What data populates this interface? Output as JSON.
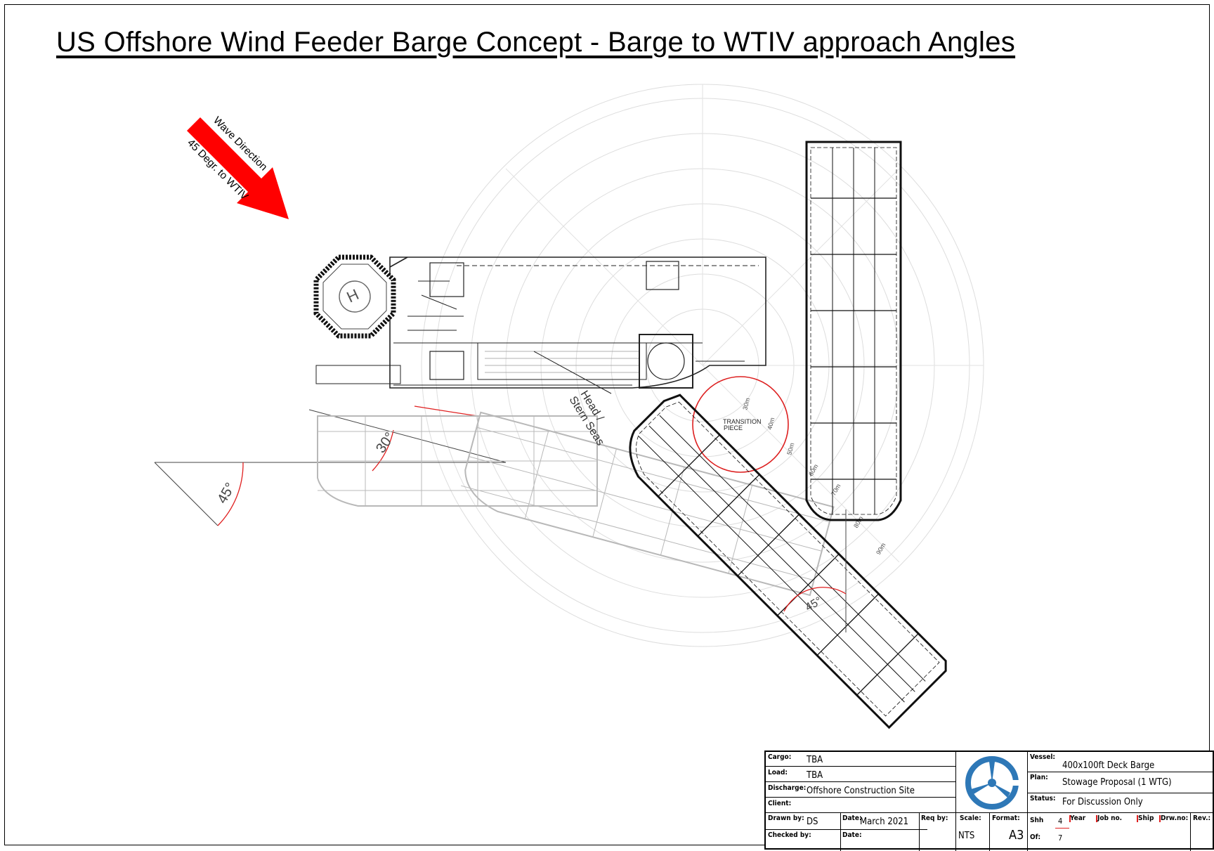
{
  "title": "US Offshore Wind Feeder Barge Concept - Barge to WTIV approach Angles",
  "annotations": {
    "wave_line1": "Wave Direction",
    "wave_line2": "45 Degr. to WTIV",
    "head_line1": "Head /",
    "head_line2": "Stern Seas",
    "angle_45_left": "45°",
    "angle_30": "30°",
    "angle_45_bottom": "45°",
    "tp_line1": "TRANSITION",
    "tp_line2": "PIECE",
    "r30": "30m",
    "r40": "40m",
    "r50": "50m",
    "r60": "60m",
    "r70": "70m",
    "r80": "80m",
    "r90": "90m",
    "helipad_mark": "H"
  },
  "title_block": {
    "cargo_label": "Cargo:",
    "cargo": "TBA",
    "load_label": "Load:",
    "load": "TBA",
    "discharge_label": "Discharge:",
    "discharge": "Offshore Construction Site",
    "client_label": "Client:",
    "drawn_label": "Drawn by:",
    "drawn": "DS",
    "date_label": "Date:",
    "date": "March 2021",
    "checked_label": "Checked by:",
    "date2_label": "Date:",
    "req_label": "Req by:",
    "scale_label": "Scale:",
    "scale": "NTS",
    "format_label": "Format:",
    "format": "A3",
    "vessel_label": "Vessel:",
    "vessel": "400x100ft Deck Barge",
    "plan_label": "Plan:",
    "plan": "Stowage Proposal (1 WTG)",
    "status_label": "Status:",
    "status": "For Discussion Only",
    "shh_label": "Shh",
    "shh": "4",
    "of_label": "Of:",
    "of": "7",
    "year_label": "Year",
    "job_label": "Job no.",
    "ship_label": "Ship",
    "drw_label": "Drw.no:",
    "rev_label": "Rev.:"
  },
  "colors": {
    "arrow": "#ff0000",
    "angle_arc": "#e02020",
    "ghost_barge": "#b8b8b8",
    "rings": "#dddddd",
    "logo": "#2e78b7"
  }
}
